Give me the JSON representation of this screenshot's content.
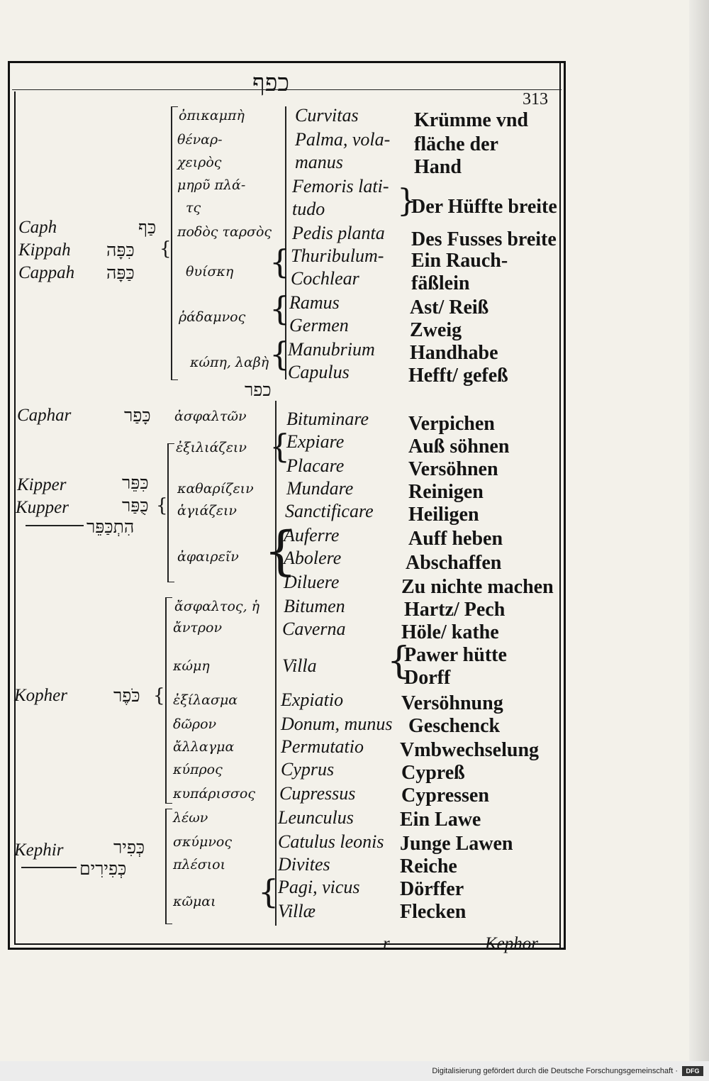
{
  "header": {
    "hebrew_title": "כפף",
    "page_number": "313",
    "section_hebrew": "כפר"
  },
  "transliterations": {
    "caph": "Caph",
    "kippah": "Kippah",
    "cappah": "Cappah",
    "caphar": "Caphar",
    "kipper": "Kipper",
    "kupper": "Kupper",
    "kopher": "Kopher",
    "kephir": "Kephir"
  },
  "hebrew_words": {
    "caph": "כַּף",
    "kippah": "כִּפָּה",
    "cappah": "כַּפָּה",
    "caphar": "כָּפַר",
    "kipper": "כִּפֵּר",
    "kupper": "כֻּפַּר",
    "hithkapper": "הִתְכַּפֵּר",
    "kopher": "כֹּפֶר",
    "kephir": "כְּפִיר",
    "kephirim": "כְּפִירִים"
  },
  "greek": [
    "ὀπικαμπὴ",
    "θέναρ-",
    "χειρὸς",
    "μηρῦ πλά-",
    "τς",
    "ποδὸς ταρσὸς",
    "θυίσκη",
    "ῥάδαμνος",
    "κώπη, λαβὴ",
    "ἀσφαλτῶν",
    "ἐξιλιάζειν",
    "καθαρίζειν",
    "ἁγιάζειν",
    "ἀφαιρεῖν",
    "ἄσφαλτος, ἡ",
    "ἄντρον",
    "κώμη",
    "ἐξίλασμα",
    "δῶρον",
    "ἄλλαγμα",
    "κύπρος",
    "κυπάρισσος",
    "λέων",
    "σκύμνος",
    "πλέσιοι",
    "κῶμαι"
  ],
  "latin": [
    "Curvitas",
    "Palma, vola-",
    "manus",
    "Femoris lati-",
    "tudo",
    "Pedis planta",
    "Thuribulum-",
    "Cochlear",
    "Ramus",
    "Germen",
    "Manubrium",
    "Capulus",
    "Bituminare",
    "Expiare",
    "Placare",
    "Mundare",
    "Sanctificare",
    "Auferre",
    "Abolere",
    "Diluere",
    "Bitumen",
    "Caverna",
    "Villa",
    "Expiatio",
    "Donum, munus",
    "Permutatio",
    "Cyprus",
    "Cupressus",
    "Leunculus",
    "Catulus leonis",
    "Divites",
    "Pagi, vicus",
    "Villæ"
  ],
  "german": [
    "Krümme vnd",
    "fläche der",
    "Hand",
    "Der Hüffte breite",
    "Des Fusses breite",
    "Ein Rauch-",
    "fäßlein",
    "Ast/ Reiß",
    "Zweig",
    "Handhabe",
    "Hefft/ gefeß",
    "Verpichen",
    "Auß söhnen",
    "Versöhnen",
    "Reinigen",
    "Heiligen",
    "Auff heben",
    "Abschaffen",
    "Zu nichte machen",
    "Hartz/ Pech",
    "Höle/ kathe",
    "Pawer hütte",
    "Dorff",
    "Versöhnung",
    "Geschenck",
    "Vmbwechselung",
    "Cypreß",
    "Cypressen",
    "Ein Lawe",
    "Junge Lawen",
    "Reiche",
    "Dörffer",
    "Flecken"
  ],
  "footer": {
    "signature": "r",
    "catchword": "Kephor"
  },
  "credit": {
    "text": "Digitalisierung gefördert durch die Deutsche Forschungsgemeinschaft ·",
    "logo": "DFG"
  }
}
